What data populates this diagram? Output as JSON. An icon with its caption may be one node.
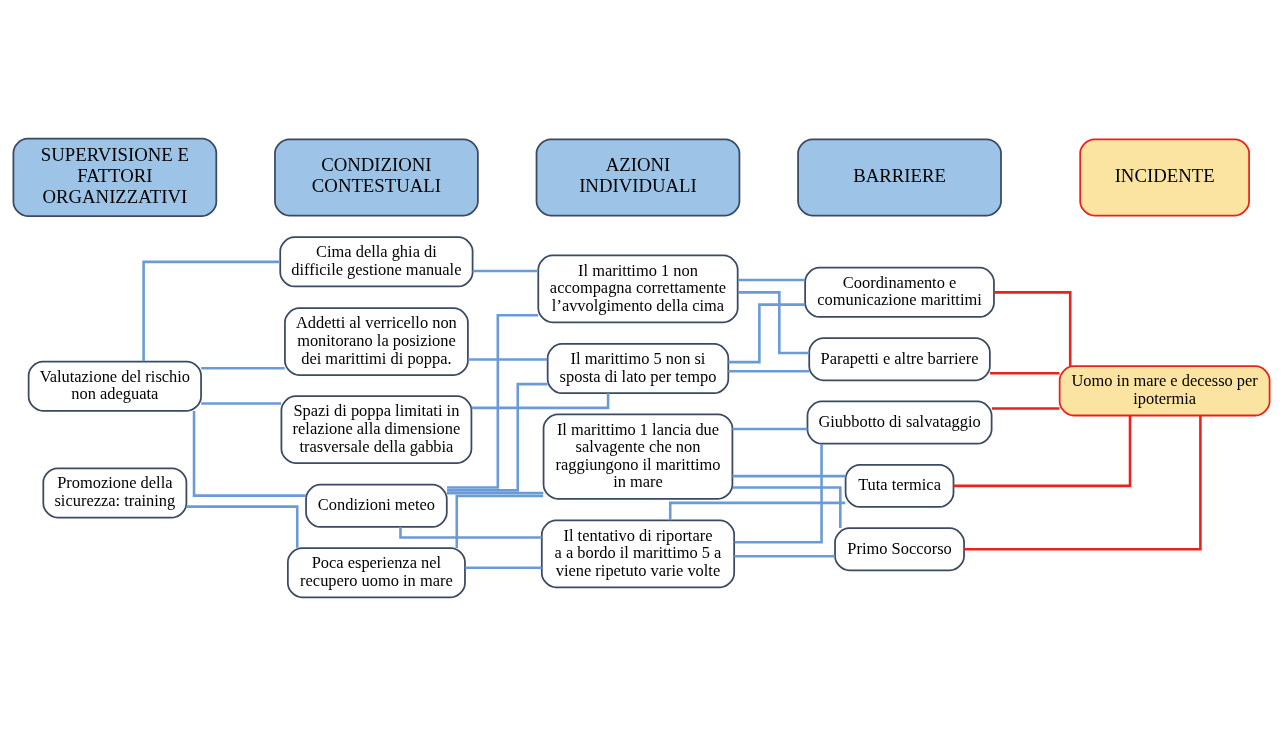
{
  "diagram": {
    "nodes": [
      {
        "text": [
          "SUPERVISIONE E FATTORI ORGANIZZATIVI"
        ]
      },
      {
        "text": [
          "CONDIZIONI CONTESTUALI"
        ]
      },
      {
        "text": [
          "AZIONI INDIVIDUALI"
        ]
      },
      {
        "text": [
          "BARRIERE"
        ]
      },
      {
        "text": [
          "INCIDENTE"
        ]
      },
      {
        "text": [
          "Valutazione del rischio non adeguata"
        ]
      },
      {
        "text": [
          "Cima della ghia di difficile gestione manuale"
        ]
      },
      {
        "text": [
          "Addetti al verricello non monitorano la posizione dei marittimi di poppa."
        ]
      },
      {
        "text": [
          "Spazi di poppa limitati in relazione alla dimensione trasversale della gabbia"
        ]
      },
      {
        "text": [
          "Condizioni meteo"
        ]
      },
      {
        "text": [
          "Promozione della sicurezza: training"
        ]
      },
      {
        "text": [
          "Poca esperienza nel recupero uomo in mare"
        ]
      },
      {
        "text": [
          "Il marittimo 1 non accompagna correttamente l’avvolgimento della cima"
        ]
      },
      {
        "text": [
          "Il marittimo 5 non si sposta di lato per tempo"
        ]
      },
      {
        "text": [
          "Il marittimo 1 lancia due salvagente che non raggiungono il marittimo in mare"
        ]
      },
      {
        "text": [
          "Il tentativo di riportare a a bordo il marittimo 5 a viene ripetuto varie volte"
        ]
      },
      {
        "text": [
          "Coordinamento e comunicazione marittimi"
        ]
      },
      {
        "text": [
          "Parapetti e altre barriere"
        ]
      },
      {
        "text": [
          "Giubbotto di salvataggio"
        ]
      },
      {
        "text": [
          "Tuta termica"
        ]
      },
      {
        "text": [
          "Primo Soccorso"
        ]
      },
      {
        "text": [
          "Uomo in mare e decesso per ipotermia"
        ]
      }
    ],
    "edges": [
      {
        "from": 5,
        "to": 6,
        "arrow": "none"
      },
      {
        "from": 5,
        "to": 7,
        "arrow": "none"
      },
      {
        "from": 5,
        "to": 8,
        "arrow": "none"
      },
      {
        "from": 5,
        "to": 9,
        "arrow": "none"
      },
      {
        "from": 10,
        "to": 11,
        "arrow": "none"
      },
      {
        "from": 6,
        "to": 12,
        "arrow": "none"
      },
      {
        "from": 7,
        "to": 13,
        "arrow": "none"
      },
      {
        "from": 8,
        "to": 13,
        "arrow": "none"
      },
      {
        "from": 9,
        "to": 12,
        "arrow": "none"
      },
      {
        "from": 9,
        "to": 13,
        "arrow": "none"
      },
      {
        "from": 9,
        "to": 14,
        "arrow": "none"
      },
      {
        "from": 9,
        "to": 15,
        "arrow": "none"
      },
      {
        "from": 11,
        "to": 14,
        "arrow": "none"
      },
      {
        "from": 11,
        "to": 15,
        "arrow": "none"
      },
      {
        "from": 12,
        "to": 16,
        "arrow": "none"
      },
      {
        "from": 12,
        "to": 17,
        "arrow": "none"
      },
      {
        "from": 13,
        "to": 16,
        "arrow": "none"
      },
      {
        "from": 13,
        "to": 17,
        "arrow": "none"
      },
      {
        "from": 14,
        "to": 18,
        "arrow": "none"
      },
      {
        "from": 14,
        "to": 19,
        "arrow": "none"
      },
      {
        "from": 14,
        "to": 20,
        "arrow": "none"
      },
      {
        "from": 15,
        "to": 18,
        "arrow": "none"
      },
      {
        "from": 15,
        "to": 19,
        "arrow": "none"
      },
      {
        "from": 15,
        "to": 20,
        "arrow": "none"
      },
      {
        "from": 16,
        "to": 21,
        "arrow": "none",
        "color": "#e8231c"
      },
      {
        "from": 17,
        "to": 21,
        "arrow": "none",
        "color": "#e8231c"
      },
      {
        "from": 18,
        "to": 21,
        "arrow": "none",
        "color": "#e8231c"
      },
      {
        "from": 19,
        "to": 21,
        "arrow": "none",
        "color": "#e8231c"
      },
      {
        "from": 20,
        "to": 21,
        "arrow": "none",
        "color": "#e8231c"
      }
    ]
  }
}
